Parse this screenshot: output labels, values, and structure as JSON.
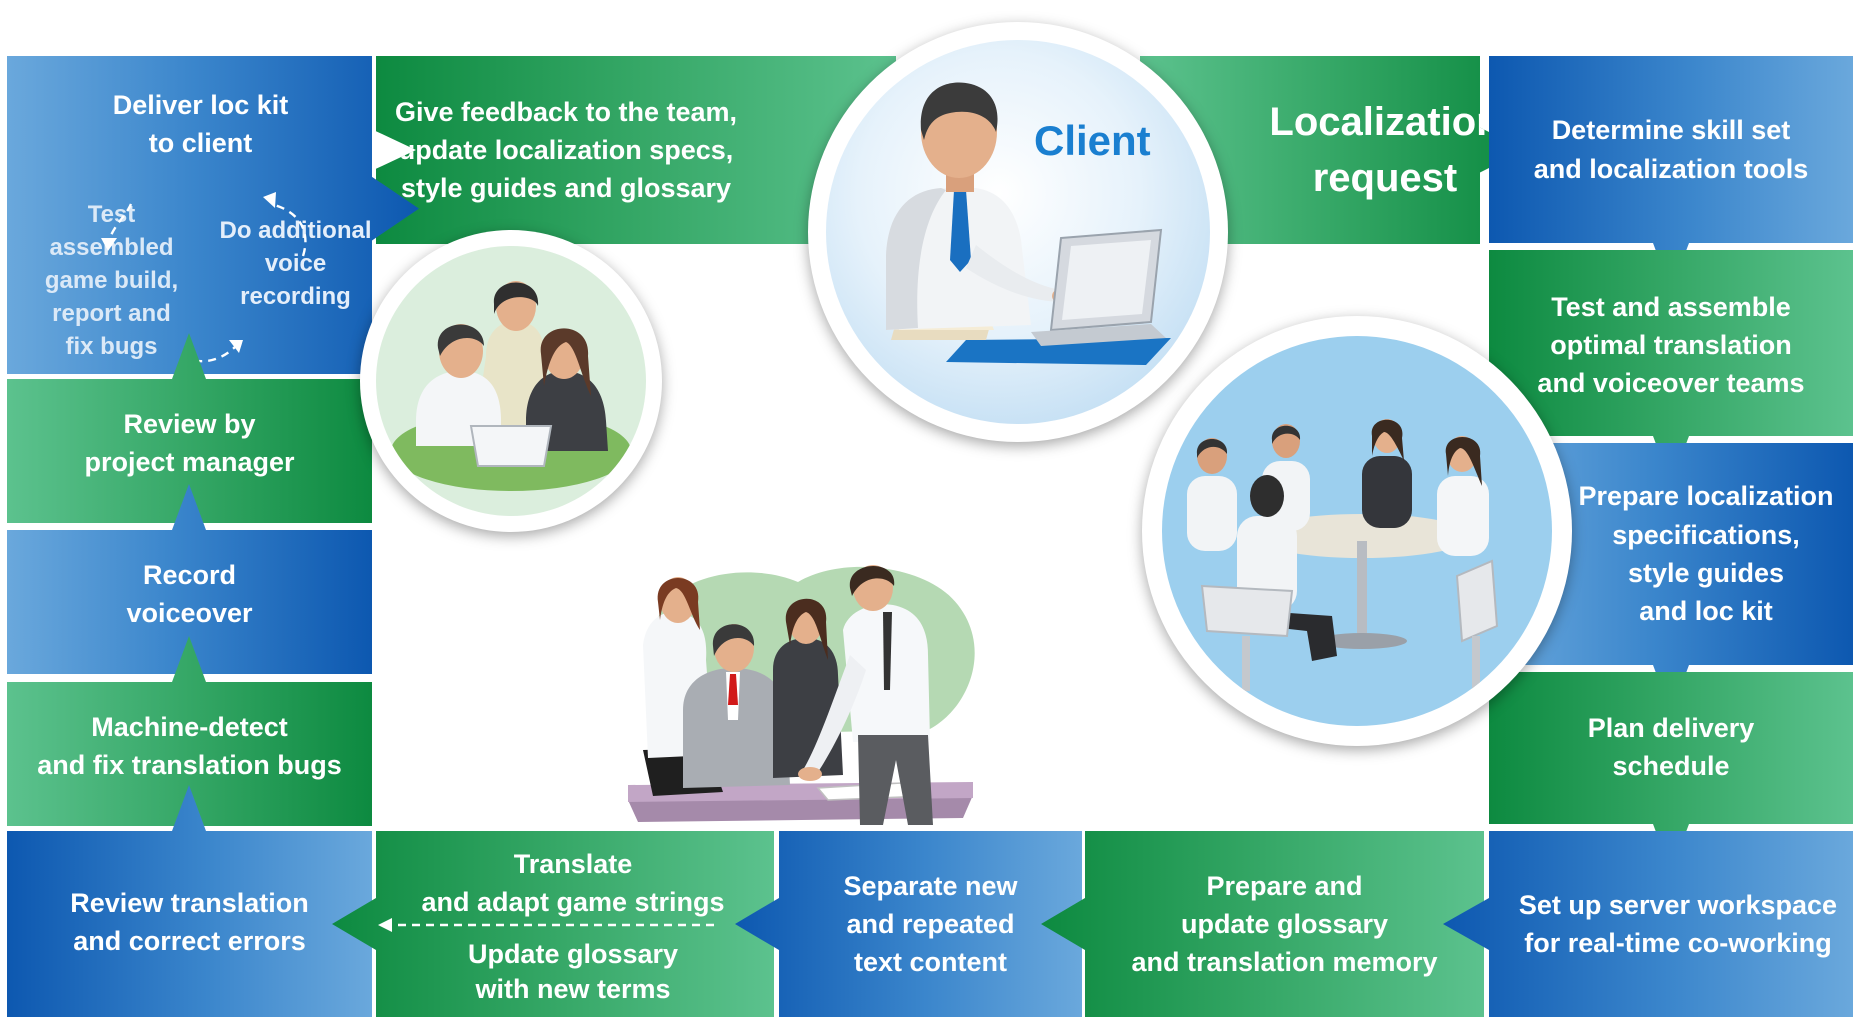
{
  "steps": {
    "localization_request": "Localization\nrequest",
    "determine_skill": "Determine skill set\nand localization tools",
    "test_assemble": "Test and assemble\noptimal translation\nand voiceover teams",
    "prepare_specs": "Prepare localization\nspecifications,\nstyle guides\nand loc kit",
    "plan_delivery": "Plan delivery\nschedule",
    "set_up_server": "Set up server workspace\nfor real-time co-working",
    "prepare_glossary": "Prepare and\nupdate glossary\nand translation memory",
    "separate_content": "Separate new\nand repeated\ntext content",
    "translate": "Translate\nand adapt game strings",
    "update_glossary": "Update glossary\nwith new terms",
    "review_translation": "Review translation\nand correct errors",
    "machine_detect": "Machine-detect\nand fix translation bugs",
    "record_voiceover": "Record\nvoiceover",
    "review_pm": "Review by\nproject manager",
    "deliver_kit": "Deliver loc kit\nto client",
    "test_build": "Test\nassembled\ngame build,\nreport and\nfix bugs",
    "additional_voice": "Do additional\nvoice\nrecording",
    "give_feedback": "Give feedback to the team,\nupdate localization specs,\nstyle guides and glossary"
  },
  "client_label": "Client",
  "colors": {
    "blue": "#1f6fc0",
    "green": "#1e9a52",
    "client_text": "#1a7fd0"
  }
}
